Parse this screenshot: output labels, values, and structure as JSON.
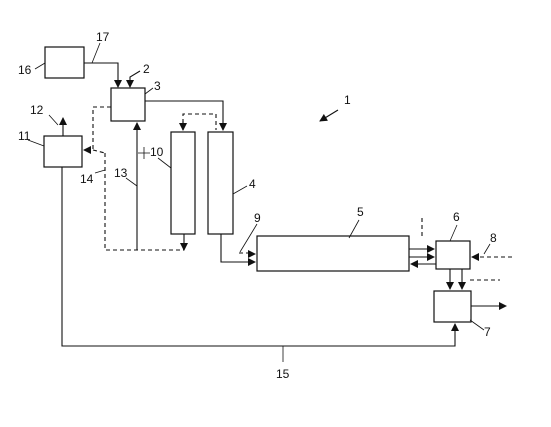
{
  "diagram": {
    "labels": {
      "l1": "1",
      "l2": "2",
      "l3": "3",
      "l4": "4",
      "l5": "5",
      "l6": "6",
      "l7": "7",
      "l8": "8",
      "l9": "9",
      "l10": "10",
      "l11": "11",
      "l12": "12",
      "l13": "13",
      "l14": "14",
      "l15": "15",
      "l16": "16",
      "l17": "17"
    },
    "colors": {
      "ink": "#111111",
      "background": "#ffffff"
    }
  }
}
